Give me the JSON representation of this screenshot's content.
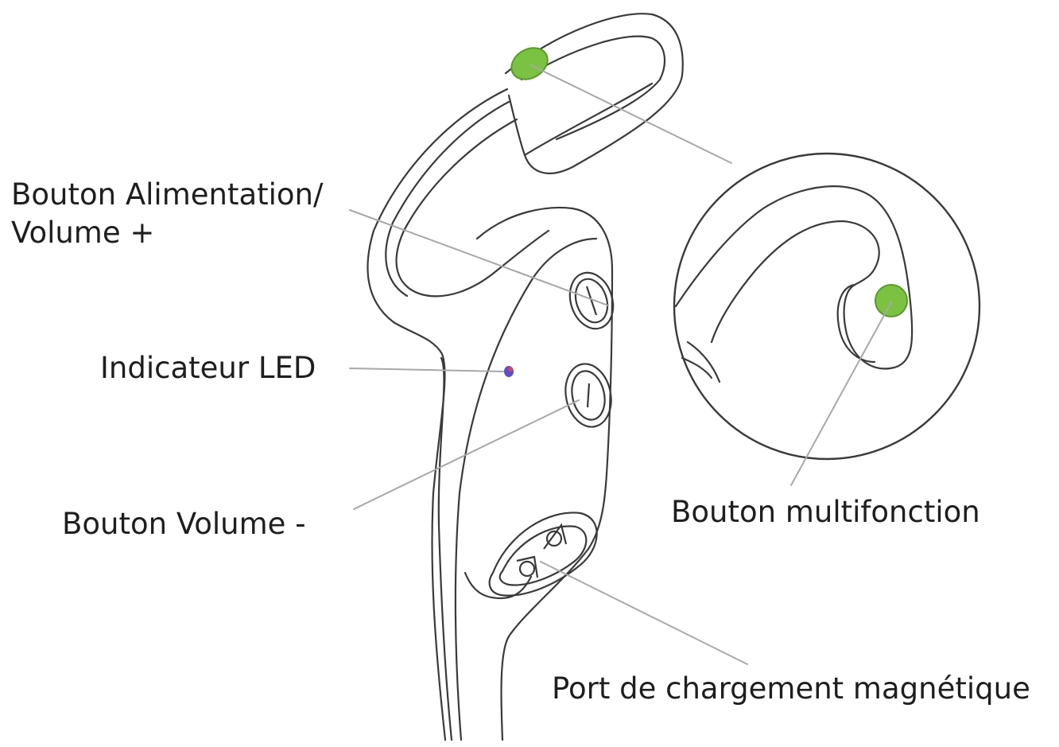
{
  "labels": {
    "power_volume_up": {
      "line1": "Bouton Alimentation/",
      "line2": "Volume +"
    },
    "led_indicator": "Indicateur LED",
    "volume_down": "Bouton Volume -",
    "multifunction": "Bouton multifonction",
    "charging_port": "Port de chargement magnétique"
  },
  "colors": {
    "outline": "#3a3a3a",
    "leader_line": "#a8a8a8",
    "multifunction_button": "#7cc242",
    "multifunction_button_edge": "#5a9a2a",
    "led": "#5a4fc8",
    "led_accent": "#e0405a",
    "text": "#1e1e1e"
  }
}
